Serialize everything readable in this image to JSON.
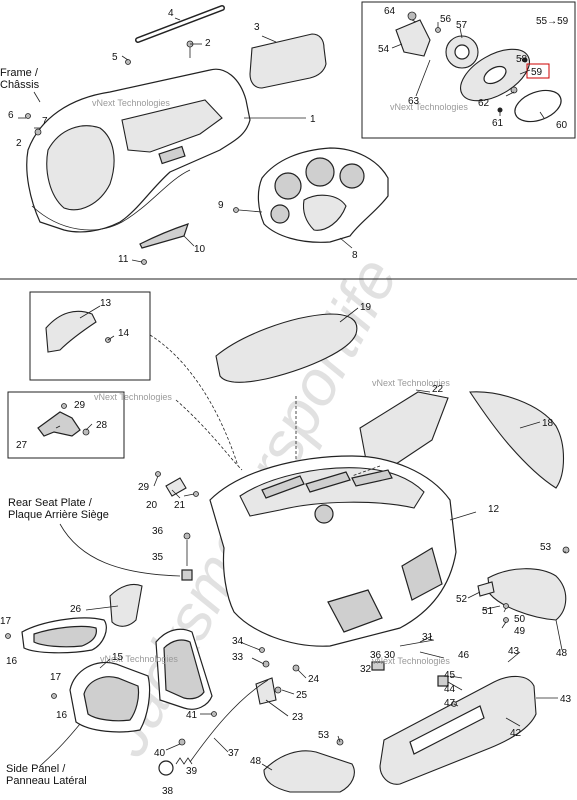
{
  "watermarks": {
    "small": "vNext Technologies",
    "big": "Jacksmotorsportlife"
  },
  "labels": {
    "frame": [
      "Frame /",
      "Châssis"
    ],
    "rear_seat": [
      "Rear Seat Plate /",
      "Plaque Arrière Siège"
    ],
    "side_panel": [
      "Side Panel /",
      "Panneau Latéral"
    ]
  },
  "callouts": {
    "c1": "1",
    "c2a": "2",
    "c2b": "2",
    "c3": "3",
    "c4": "4",
    "c5": "5",
    "c6": "6",
    "c7": "7",
    "c8": "8",
    "c9": "9",
    "c10": "10",
    "c11": "11",
    "c12": "12",
    "c13": "13",
    "c14": "14",
    "c15": "15",
    "c16a": "16",
    "c16b": "16",
    "c17a": "17",
    "c17b": "17",
    "c18": "18",
    "c19": "19",
    "c20": "20",
    "c21": "21",
    "c22": "22",
    "c23": "23",
    "c24": "24",
    "c25": "25",
    "c26": "26",
    "c27": "27",
    "c28": "28",
    "c29a": "29",
    "c29b": "29",
    "c30": "30",
    "c31": "31",
    "c32": "32",
    "c33": "33",
    "c34": "34",
    "c35": "35",
    "c36a": "36",
    "c36b": "36",
    "c37": "37",
    "c38": "38",
    "c39": "39",
    "c40": "40",
    "c41": "41",
    "c42": "42",
    "c43a": "43",
    "c43b": "43",
    "c44": "44",
    "c45": "45",
    "c46": "46",
    "c47": "47",
    "c48a": "48",
    "c48b": "48",
    "c49": "49",
    "c50": "50",
    "c51": "51",
    "c52": "52",
    "c53a": "53",
    "c53b": "53",
    "c54": "54",
    "c55": "55→59",
    "c56": "56",
    "c57": "57",
    "c58": "58",
    "c59": "59",
    "c60": "60",
    "c61": "61",
    "c62": "62",
    "c63": "63",
    "c64": "64"
  },
  "colors": {
    "ink": "#222222",
    "highlight_box": "#cc0000"
  }
}
